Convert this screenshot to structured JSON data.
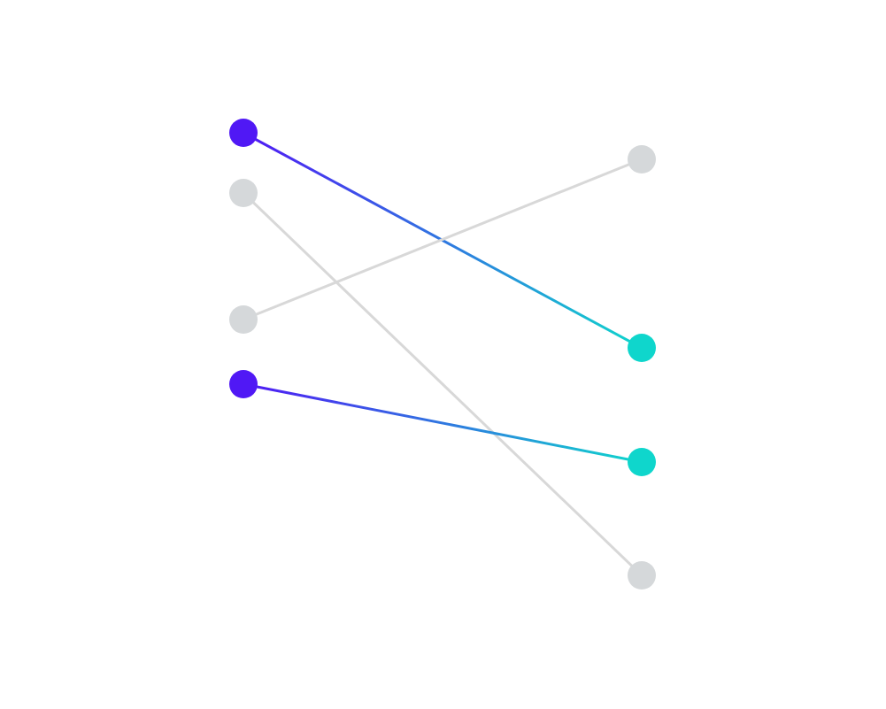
{
  "diagram": {
    "type": "slope-connections",
    "colors": {
      "background": "#ffffff",
      "highlight_start": "#5018f5",
      "highlight_end": "#0fd6cc",
      "muted_node": "#d5d8da",
      "muted_line": "#d8d8d8"
    },
    "left_nodes": [
      {
        "id": "L1",
        "rank": 1,
        "highlighted": true
      },
      {
        "id": "L2",
        "rank": 2,
        "highlighted": false
      },
      {
        "id": "L3",
        "rank": 3,
        "highlighted": false
      },
      {
        "id": "L4",
        "rank": 4,
        "highlighted": true
      }
    ],
    "right_nodes": [
      {
        "id": "R1",
        "rank": 1,
        "highlighted": false
      },
      {
        "id": "R2",
        "rank": 2,
        "highlighted": true
      },
      {
        "id": "R3",
        "rank": 3,
        "highlighted": true
      },
      {
        "id": "R4",
        "rank": 4,
        "highlighted": false
      }
    ],
    "connections": [
      {
        "from": "L1",
        "to": "R2",
        "highlighted": true
      },
      {
        "from": "L2",
        "to": "R4",
        "highlighted": false
      },
      {
        "from": "L3",
        "to": "R1",
        "highlighted": false
      },
      {
        "from": "L4",
        "to": "R3",
        "highlighted": true
      }
    ]
  }
}
